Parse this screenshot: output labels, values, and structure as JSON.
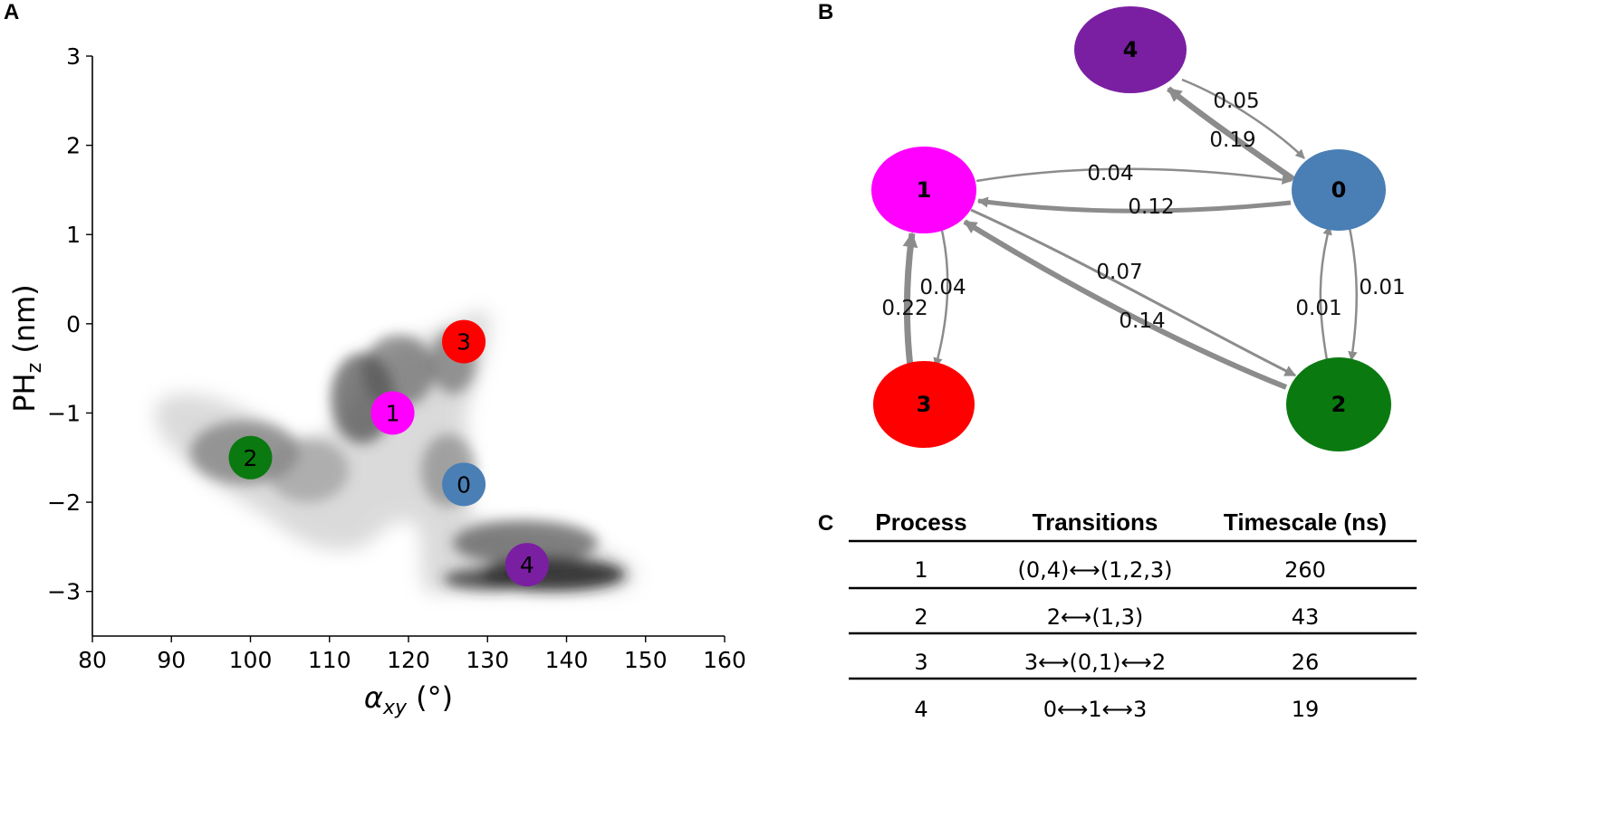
{
  "panels": {
    "a": "A",
    "b": "B",
    "c": "C"
  },
  "chart_data": [
    {
      "type": "scatter",
      "title": "",
      "xlabel": "αxy (°)",
      "xlabel_main": "α",
      "xlabel_sub": "xy",
      "xlabel_unit": " (°)",
      "ylabel": "PHz (nm)",
      "ylabel_main": "PH",
      "ylabel_sub": "z",
      "ylabel_unit": " (nm)",
      "xlim": [
        80,
        160
      ],
      "ylim": [
        -3.5,
        3
      ],
      "xticks": [
        80,
        90,
        100,
        110,
        120,
        130,
        140,
        150,
        160
      ],
      "xtick_labels": [
        "80",
        "90",
        "100",
        "110",
        "120",
        "130",
        "140",
        "150",
        "160"
      ],
      "yticks": [
        3,
        2,
        1,
        0,
        -1,
        -2,
        -3
      ],
      "ytick_labels": [
        "3",
        "2",
        "1",
        "0",
        "−1",
        "−2",
        "−3"
      ],
      "background": "grayscale density map",
      "points": [
        {
          "label": "0",
          "x": 127,
          "y": -1.8,
          "color": "#4a7fb5"
        },
        {
          "label": "1",
          "x": 118,
          "y": -1.0,
          "color": "#ff00ff"
        },
        {
          "label": "2",
          "x": 100,
          "y": -1.5,
          "color": "#0a7a10"
        },
        {
          "label": "3",
          "x": 127,
          "y": -0.2,
          "color": "#ff0000"
        },
        {
          "label": "4",
          "x": 135,
          "y": -2.7,
          "color": "#7b1fa2"
        }
      ]
    }
  ],
  "network": {
    "nodes": [
      {
        "id": "4",
        "color": "#7b1fa2"
      },
      {
        "id": "1",
        "color": "#ff00ff"
      },
      {
        "id": "0",
        "color": "#4a7fb5"
      },
      {
        "id": "3",
        "color": "#ff0000"
      },
      {
        "id": "2",
        "color": "#0a7a10"
      }
    ],
    "edges": [
      {
        "from": "4",
        "to": "0",
        "value": "0.05"
      },
      {
        "from": "0",
        "to": "4",
        "value": "0.19"
      },
      {
        "from": "1",
        "to": "0",
        "value": "0.04"
      },
      {
        "from": "0",
        "to": "1",
        "value": "0.12"
      },
      {
        "from": "1",
        "to": "2",
        "value": "0.07"
      },
      {
        "from": "2",
        "to": "1",
        "value": "0.14"
      },
      {
        "from": "3",
        "to": "1",
        "value": "0.22"
      },
      {
        "from": "1",
        "to": "3",
        "value": "0.04"
      },
      {
        "from": "2",
        "to": "0",
        "value": "0.01"
      },
      {
        "from": "0",
        "to": "2",
        "value": "0.01"
      }
    ],
    "edge_color": "#8c8c8c"
  },
  "table": {
    "headers": [
      "Process",
      "Transitions",
      "Timescale (ns)"
    ],
    "rows": [
      [
        "1",
        "(0,4)⟷(1,2,3)",
        "260"
      ],
      [
        "2",
        "2⟷(1,3)",
        "43"
      ],
      [
        "3",
        "3⟷(0,1)⟷2",
        "26"
      ],
      [
        "4",
        "0⟷1⟷3",
        "19"
      ]
    ]
  }
}
